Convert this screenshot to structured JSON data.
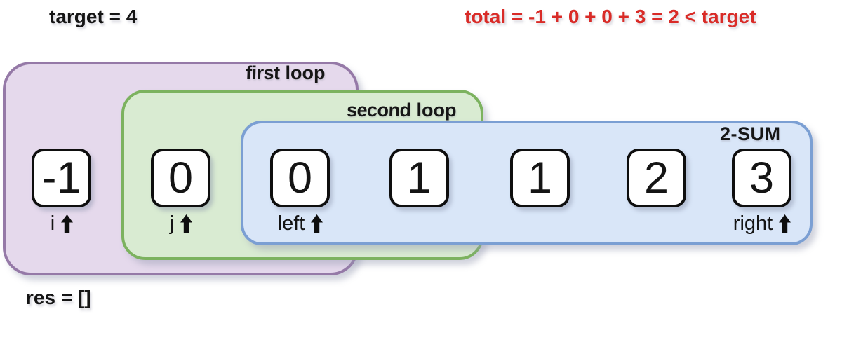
{
  "header": {
    "target": "target = 4",
    "total": "total = -1 + 0 + 0 + 3 = 2 < target"
  },
  "loops": {
    "first": {
      "word": "first",
      "rest": "loop"
    },
    "second": {
      "word": "second",
      "rest": "loop"
    },
    "two_sum_label": "2-SUM"
  },
  "array": {
    "cells": [
      {
        "value": "-1",
        "pointer": "i"
      },
      {
        "value": "0",
        "pointer": "j"
      },
      {
        "value": "0",
        "pointer": "left"
      },
      {
        "value": "1"
      },
      {
        "value": "1"
      },
      {
        "value": "2"
      },
      {
        "value": "3",
        "pointer": "right"
      }
    ]
  },
  "footer": {
    "result": "res = []"
  },
  "colors": {
    "first_loop_fill": "#e5d9ec",
    "first_loop_border": "#9579a7",
    "second_loop_fill": "#d9ebd2",
    "second_loop_border": "#7cb25f",
    "two_sum_fill": "#d9e6f8",
    "two_sum_border": "#7b9fd3",
    "total_text": "#d92b27",
    "cell_border": "#0e0e0e"
  }
}
